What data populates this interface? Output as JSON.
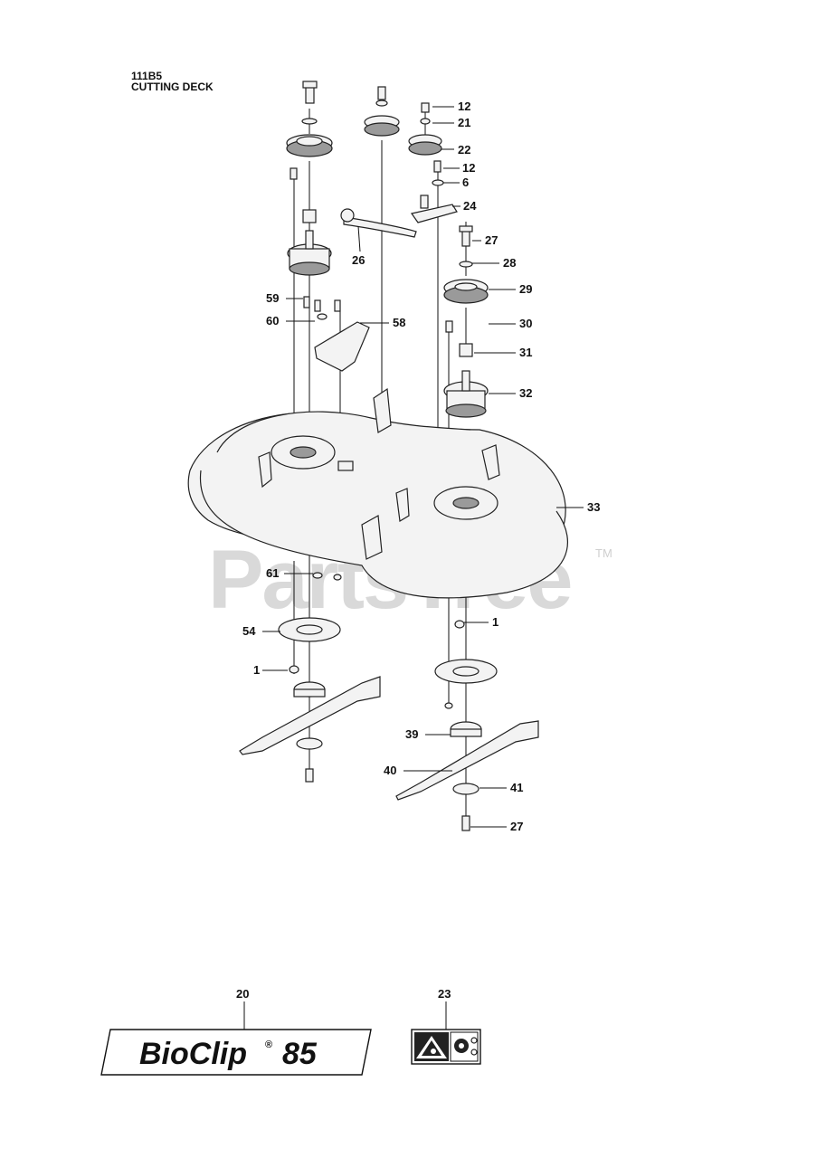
{
  "header": {
    "code": "111B5",
    "title": "CUTTING DECK"
  },
  "watermark": {
    "text": "PartsTree",
    "tm": "TM"
  },
  "callouts": [
    {
      "id": "c12a",
      "label": "12"
    },
    {
      "id": "c21",
      "label": "21"
    },
    {
      "id": "c22",
      "label": "22"
    },
    {
      "id": "c12b",
      "label": "12"
    },
    {
      "id": "c6",
      "label": "6"
    },
    {
      "id": "c24",
      "label": "24"
    },
    {
      "id": "c27a",
      "label": "27"
    },
    {
      "id": "c26",
      "label": "26"
    },
    {
      "id": "c28",
      "label": "28"
    },
    {
      "id": "c29",
      "label": "29"
    },
    {
      "id": "c59",
      "label": "59"
    },
    {
      "id": "c60",
      "label": "60"
    },
    {
      "id": "c58",
      "label": "58"
    },
    {
      "id": "c30",
      "label": "30"
    },
    {
      "id": "c31",
      "label": "31"
    },
    {
      "id": "c32",
      "label": "32"
    },
    {
      "id": "c33",
      "label": "33"
    },
    {
      "id": "c61",
      "label": "61"
    },
    {
      "id": "c1a",
      "label": "1"
    },
    {
      "id": "c54",
      "label": "54"
    },
    {
      "id": "c1b",
      "label": "1"
    },
    {
      "id": "c39",
      "label": "39"
    },
    {
      "id": "c40",
      "label": "40"
    },
    {
      "id": "c41",
      "label": "41"
    },
    {
      "id": "c27b",
      "label": "27"
    },
    {
      "id": "c20",
      "label": "20"
    },
    {
      "id": "c23",
      "label": "23"
    }
  ],
  "decal": {
    "brand": "BioClip",
    "reg": "®",
    "model": "85"
  }
}
